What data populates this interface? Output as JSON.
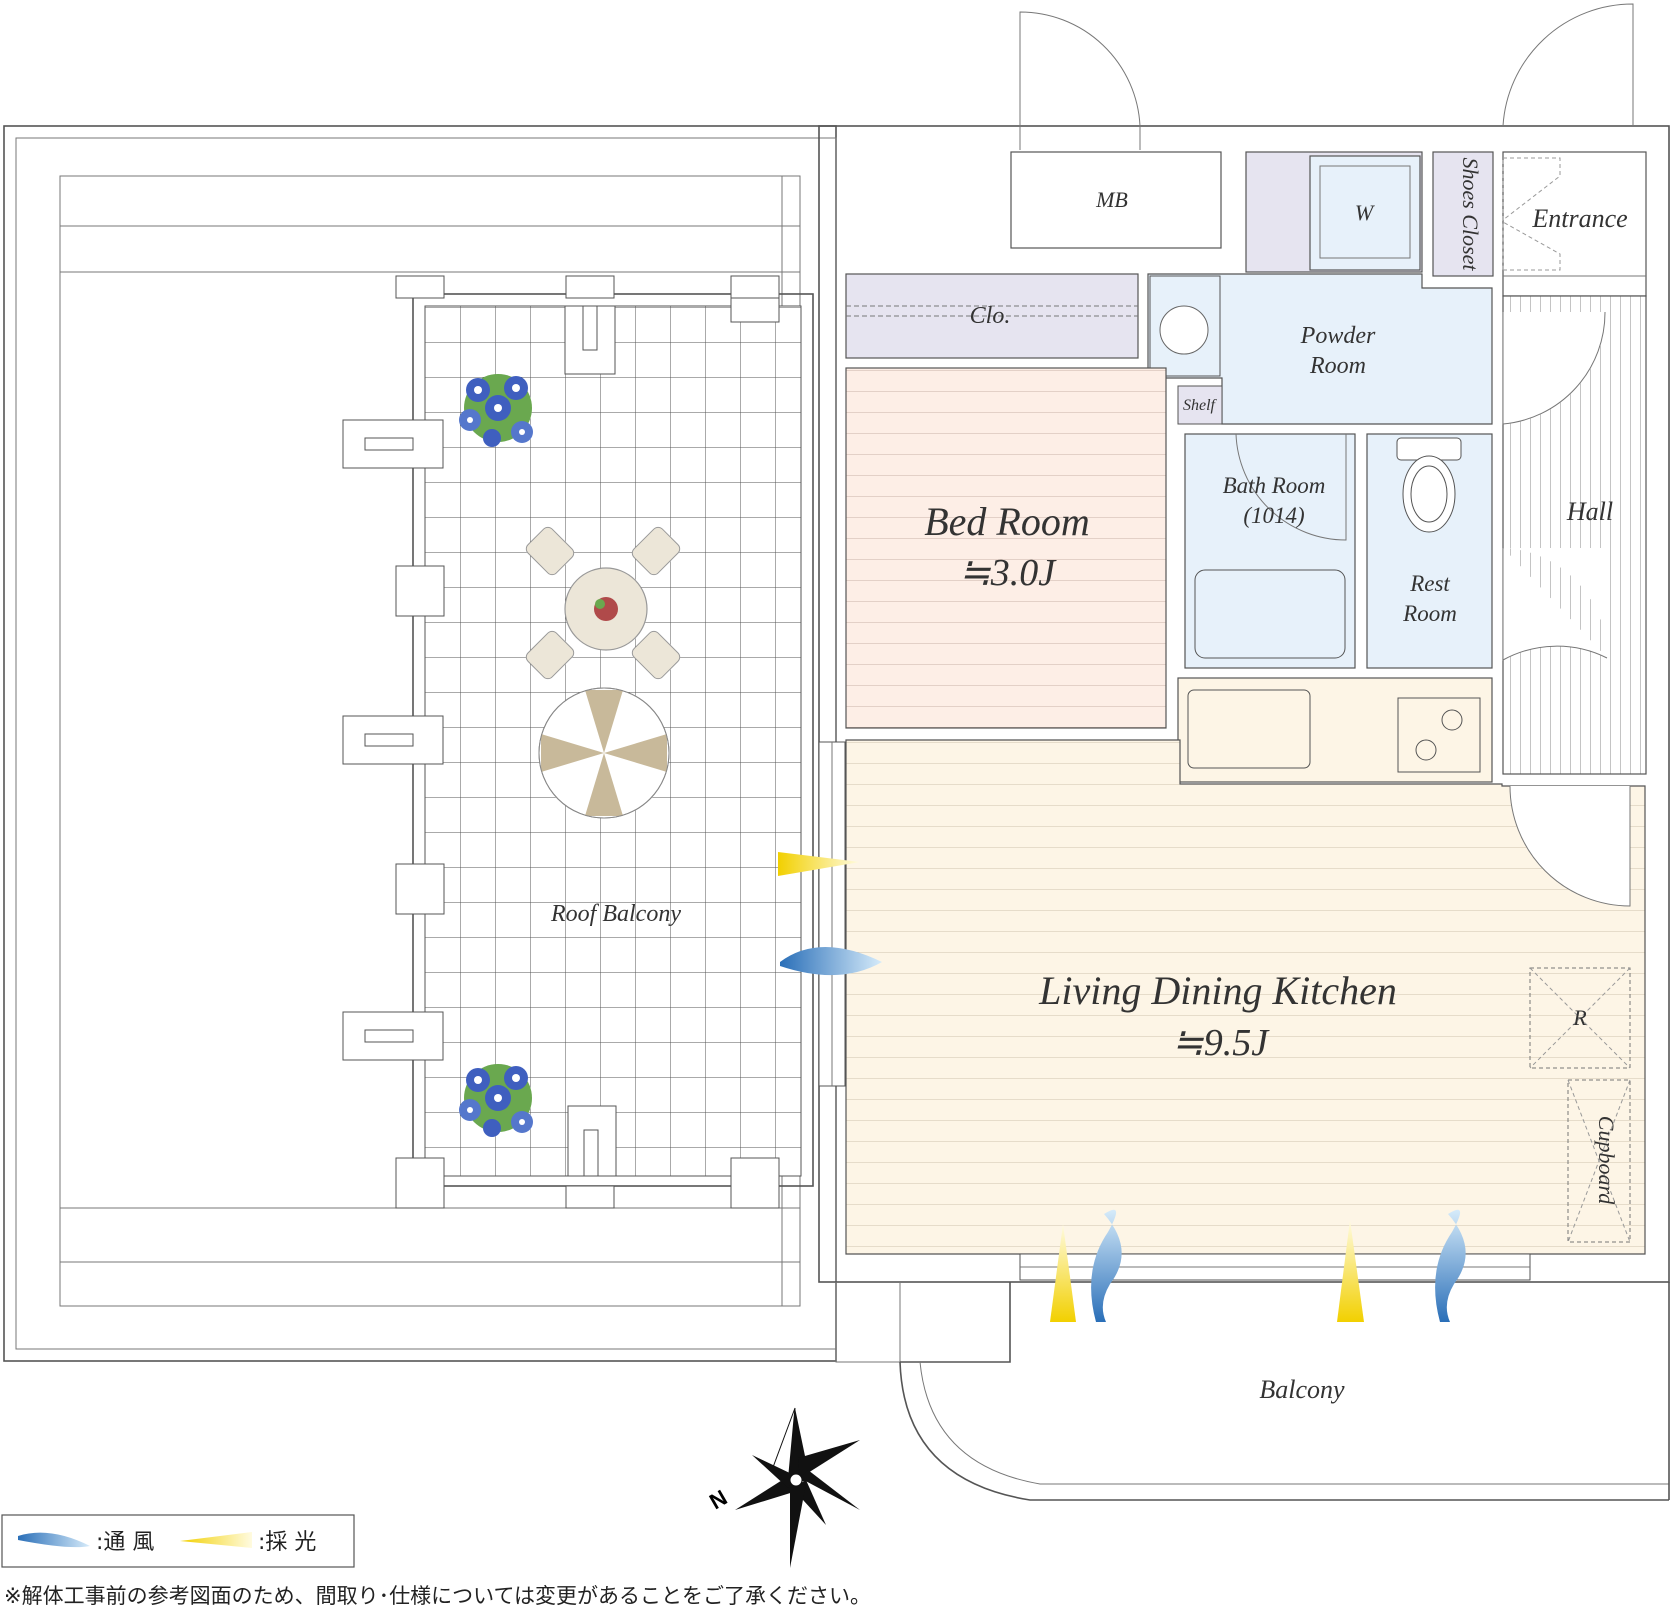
{
  "rooms": {
    "mb": "MB",
    "washer": "W",
    "shoes_closet": "Shoes Closet",
    "entrance": "Entrance",
    "closet": "Clo.",
    "powder_room": [
      "Powder",
      "Room"
    ],
    "shelf": "Shelf",
    "bed_room": "Bed Room",
    "bed_room_size": "≒3.0J",
    "bath_room": [
      "Bath Room",
      "(1014)"
    ],
    "rest_room": [
      "Rest",
      "Room"
    ],
    "hall": "Hall",
    "roof_balcony": "Roof Balcony",
    "ldk": "Living Dining Kitchen",
    "ldk_size": "≒9.5J",
    "refrigerator": "R",
    "cupboard": "Cupboard",
    "balcony": "Balcony"
  },
  "compass": {
    "north_label": "N"
  },
  "legend": {
    "ventilation": ":通 風",
    "daylight": ":採 光"
  },
  "footnote": "※解体工事前の参考図面のため、間取り･仕様については変更があることをご了承ください。",
  "colors": {
    "bedroom_floor": "#fdeee6",
    "ldk_floor": "#fdf5e6",
    "wet_area": "#e7f1fa",
    "closet": "#e6e4f0",
    "wind_arrow": "#2a6fb8",
    "light_arrow": "#f2d000"
  }
}
